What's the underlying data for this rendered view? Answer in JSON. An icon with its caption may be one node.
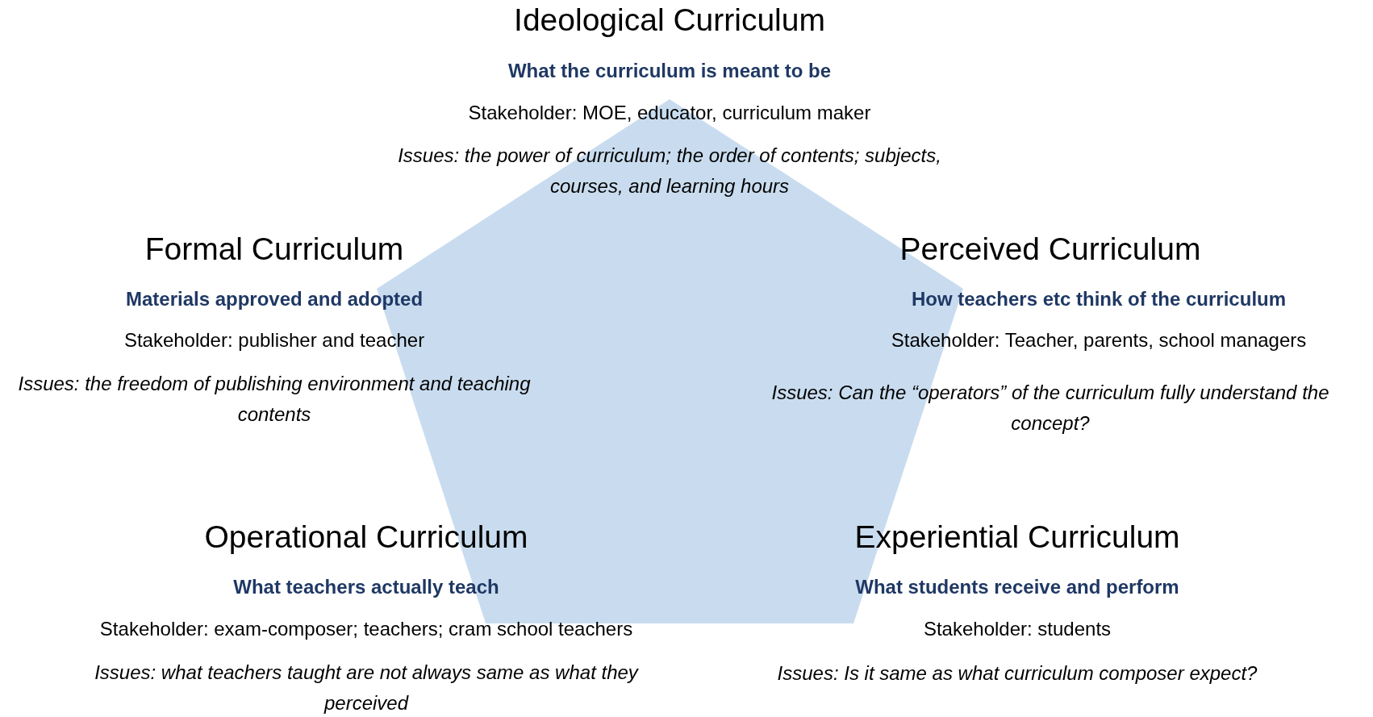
{
  "diagram": {
    "labels": [
      "Ideological Curriculum",
      "What the curriculum is meant to be",
      "Stakeholder: MOE, educator, curriculum maker",
      "Issues: the power of curriculum; the order of contents; subjects, courses, and learning hours",
      "Formal Curriculum",
      "Materials approved and adopted",
      "Stakeholder: publisher and teacher",
      "Issues: the freedom of publishing environment and teaching contents",
      "Perceived Curriculum",
      "How teachers etc think of the curriculum",
      "Stakeholder: Teacher, parents, school managers",
      "Issues: Can the “operators” of the curriculum fully understand the concept?",
      "Operational Curriculum",
      "What teachers actually teach",
      "Stakeholder: exam-composer; teachers; cram school teachers",
      "Issues: what teachers taught are not always same as what they perceived",
      "Experiential Curriculum",
      "What students receive and perform",
      "Stakeholder: students",
      "Issues: Is it same as what curriculum composer expect?"
    ]
  }
}
